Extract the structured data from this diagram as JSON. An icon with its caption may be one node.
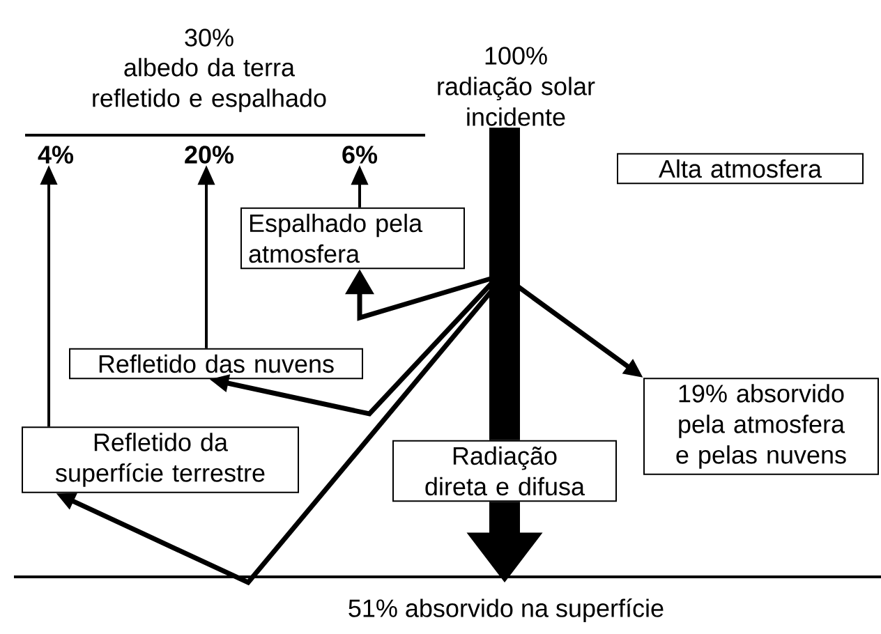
{
  "diagram": {
    "nodes": [
      {
        "text": [
          "100%",
          "radiação solar incidente"
        ]
      },
      {
        "text": [
          "4%"
        ]
      },
      {
        "text": [
          "20%"
        ]
      },
      {
        "text": [
          "6%"
        ]
      },
      {
        "text": [
          "Alta atmosfera"
        ]
      },
      {
        "text": [
          "Espalhado pela atmosfera"
        ]
      },
      {
        "text": [
          "Refletido das nuvens"
        ]
      },
      {
        "text": [
          "Refletido da superfície terrestre"
        ]
      },
      {
        "text": [
          "Radiação direta e difusa"
        ]
      },
      {
        "text": [
          "19% absorvido pela atmosfera e pelas nuvens"
        ]
      },
      {
        "text": [
          "51% absorvido na superfície"
        ]
      }
    ],
    "edges": [
      {
        "from": 0,
        "to": 8,
        "arrow": "none",
        "style": "thick"
      },
      {
        "from": 8,
        "to": 10,
        "arrow": "to",
        "style": "thick"
      },
      {
        "from": 0,
        "to": 5,
        "arrow": "to"
      },
      {
        "from": 0,
        "to": 6,
        "arrow": "to"
      },
      {
        "from": 0,
        "to": 7,
        "arrow": "to"
      },
      {
        "from": 0,
        "to": 9,
        "arrow": "to"
      },
      {
        "from": 5,
        "to": 3,
        "arrow": "to"
      },
      {
        "from": 6,
        "to": 2,
        "arrow": "to"
      },
      {
        "from": 7,
        "to": 1,
        "arrow": "to"
      }
    ],
    "labels": [
      "30%",
      "albedo da terra refletido e espalhado"
    ]
  }
}
